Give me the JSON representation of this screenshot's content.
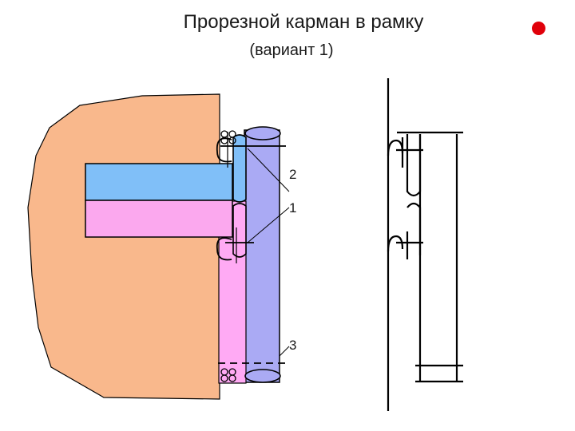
{
  "title": "Прорезной карман в рамку",
  "subtitle": "(вариант 1)",
  "labels": {
    "l1": "1",
    "l2": "2",
    "l3": "3"
  },
  "colors": {
    "body": "#f9b88c",
    "top_strip": "#80bff8",
    "bottom_strip": "#fba8ee",
    "frame_strip": "#ffaaf4",
    "lining": "#aaaaf4",
    "line": "#000000",
    "accent_dot": "#e0000a"
  }
}
